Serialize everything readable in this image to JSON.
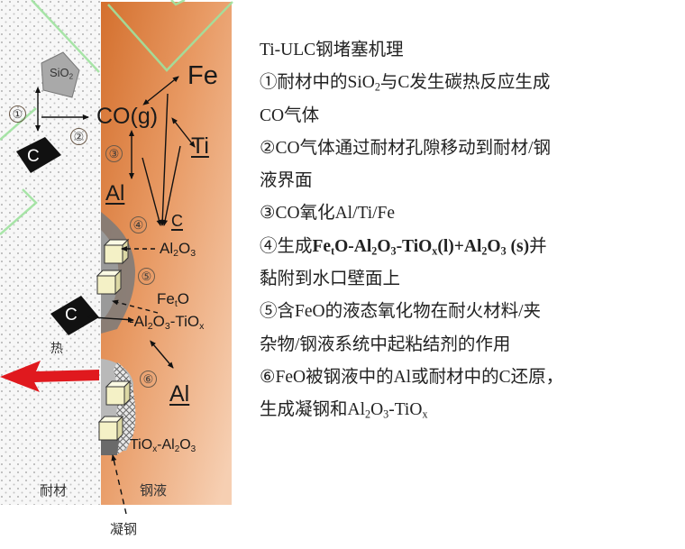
{
  "diagram": {
    "regions": {
      "refractory_label": "耐材",
      "steel_label": "钢液",
      "solidified_steel_label": "凝钢",
      "heat_label": "热"
    },
    "species": {
      "sio2": "SiO",
      "sio2_sub": "2",
      "carbon_top": "C",
      "carbon_mid": "C",
      "co_gas": "CO(g)",
      "fe": "Fe",
      "ti": "Ti",
      "al_top": "Al",
      "c_steel": "C",
      "al2o3_a": "Al",
      "al2o3_sub1": "2",
      "al2o3_b": "O",
      "al2o3_sub2": "3",
      "fetO_a": "Fe",
      "fetO_sub": "t",
      "fetO_b": "O",
      "liquid_oxide_a": "-Al",
      "liquid_oxide_sub1": "2",
      "liquid_oxide_b": "O",
      "liquid_oxide_sub2": "3",
      "liquid_oxide_c": "-TiO",
      "liquid_oxide_sub3": "x",
      "al_bottom": "Al",
      "tiox_a": "TiO",
      "tiox_sub1": "x",
      "tiox_b": "-Al",
      "tiox_sub2": "2",
      "tiox_c": "O",
      "tiox_sub3": "3"
    },
    "steps": [
      "①",
      "②",
      "③",
      "④",
      "⑤",
      "⑥"
    ],
    "colors": {
      "steel_orange_dark": "#d9793a",
      "steel_orange_light": "#f3c4a0",
      "refractory_bg": "#f4f4f4",
      "carbon": "#111111",
      "sio2": "#a8a8a8",
      "inclusion_cube": "#f2f0c8",
      "deposit_gray": "#8c8c8c",
      "heat_arrow": "#e0191e",
      "guide_lines": "#8fe08f"
    }
  },
  "text_panel": {
    "title": "Ti-ULC钢堵塞机理",
    "lines": [
      {
        "parts": [
          {
            "t": "①耐材中的SiO"
          },
          {
            "t": "2",
            "sub": true
          },
          {
            "t": "与C发生碳热反应生成"
          }
        ]
      },
      {
        "parts": [
          {
            "t": "CO气体"
          }
        ]
      },
      {
        "parts": [
          {
            "t": "②CO气体通过耐材孔隙移动到耐材/钢"
          }
        ]
      },
      {
        "parts": [
          {
            "t": "液界面"
          }
        ]
      },
      {
        "parts": [
          {
            "t": "③CO氧化Al/Ti/Fe"
          }
        ]
      },
      {
        "parts": [
          {
            "t": "④生成"
          },
          {
            "t": "Fe",
            "b": true
          },
          {
            "t": "t",
            "sub": true,
            "b": true
          },
          {
            "t": "O-Al",
            "b": true
          },
          {
            "t": "2",
            "sub": true,
            "b": true
          },
          {
            "t": "O",
            "b": true
          },
          {
            "t": "3",
            "sub": true,
            "b": true
          },
          {
            "t": "-TiO",
            "b": true
          },
          {
            "t": "x",
            "sub": true,
            "b": true
          },
          {
            "t": "(l)+Al",
            "b": true
          },
          {
            "t": "2",
            "sub": true,
            "b": true
          },
          {
            "t": "O",
            "b": true
          },
          {
            "t": "3",
            "sub": true,
            "b": true
          },
          {
            "t": " (s)",
            "b": true
          },
          {
            "t": "并"
          }
        ]
      },
      {
        "parts": [
          {
            "t": "黏附到水口壁面上"
          }
        ]
      },
      {
        "parts": [
          {
            "t": "⑤含FeO的液态氧化物在耐火材料/夹"
          }
        ]
      },
      {
        "parts": [
          {
            "t": "杂物/钢液系统中起粘结剂的作用"
          }
        ]
      },
      {
        "parts": [
          {
            "t": "⑥FeO被钢液中的Al或耐材中的C还原，"
          }
        ]
      },
      {
        "parts": [
          {
            "t": "生成凝钢和Al"
          },
          {
            "t": "2",
            "sub": true
          },
          {
            "t": "O"
          },
          {
            "t": "3",
            "sub": true
          },
          {
            "t": "-TiO"
          },
          {
            "t": "x",
            "sub": true
          }
        ]
      }
    ]
  }
}
